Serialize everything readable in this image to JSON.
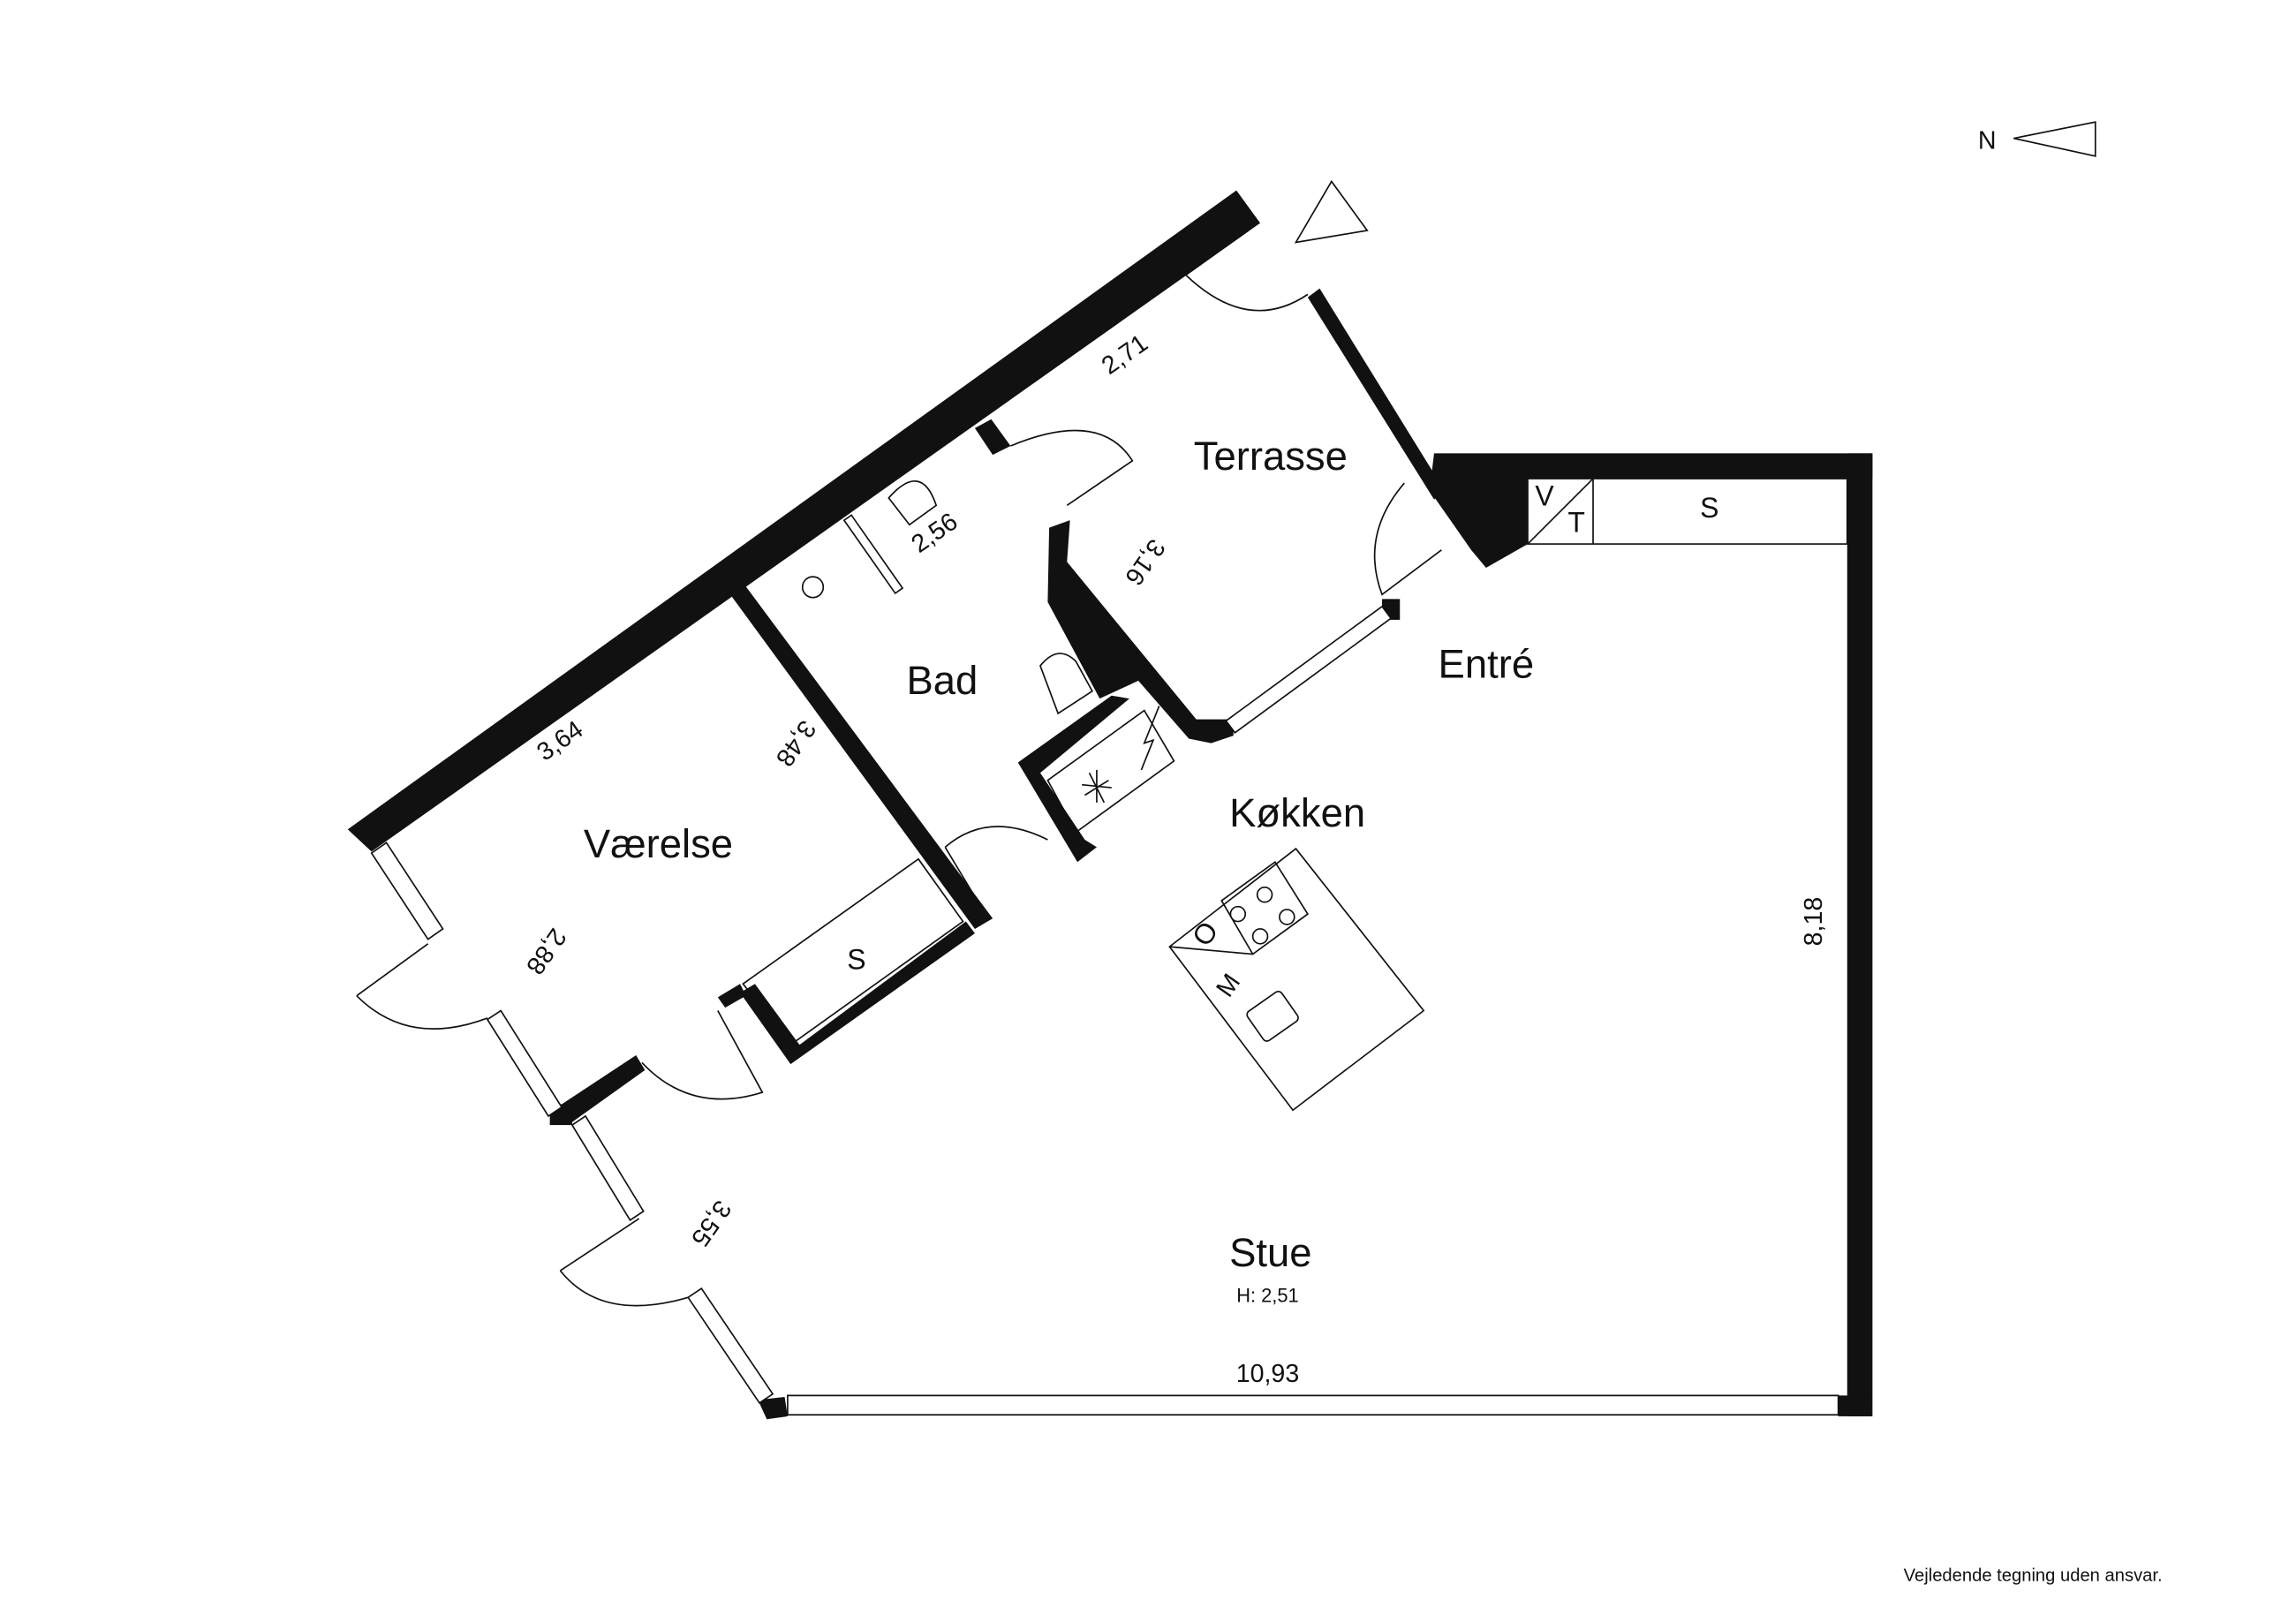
{
  "rooms": {
    "terrasse": "Terrasse",
    "bad": "Bad",
    "entre": "Entré",
    "kokken": "Køkken",
    "vaerelse": "Værelse",
    "stue": "Stue",
    "height": "H: 2,51"
  },
  "dimensions": {
    "stue_width": "10,93",
    "stue_depth": "8,18",
    "vaerelse_long": "3,64",
    "vaerelse_short": "3,48",
    "vaerelse_side": "2,88",
    "stue_side": "3,55",
    "terrasse_long": "2,71",
    "terrasse_side": "3,16",
    "bad_long": "2,56"
  },
  "symbols": {
    "ventilation": "V",
    "tumbler": "T",
    "entre_closet": "S",
    "vaerelse_closet": "S",
    "oven": "O",
    "microwave": "M"
  },
  "north_label": "N",
  "footer": "Vejledende tegning uden ansvar.",
  "colors": {
    "wall": "#111111",
    "background": "#ffffff"
  }
}
